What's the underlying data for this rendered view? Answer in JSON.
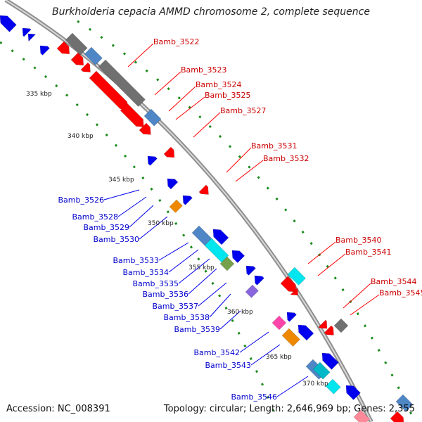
{
  "title": "Burkholderia cepacia AMMD chromosome 2, complete sequence",
  "accession_label": "Accession: NC_008391",
  "topology_label": "Topology: circular; Length: 2,646,969 bp; Genes: 2,355",
  "colors": {
    "backbone": "#8a8a8a",
    "forward_gene": "#ff0000",
    "reverse_gene": "#0000ee",
    "tick": "#1a8a1a",
    "other_feature": "#707070"
  },
  "ticks": [
    {
      "label": "335 kbp"
    },
    {
      "label": "340 kbp"
    },
    {
      "label": "345 kbp"
    },
    {
      "label": "350 kbp"
    },
    {
      "label": "355 kbp"
    },
    {
      "label": "360 kbp"
    },
    {
      "label": "365 kbp"
    },
    {
      "label": "370 kbp"
    }
  ],
  "forward_labels": [
    "Bamb_3522",
    "Bamb_3523",
    "Bamb_3524",
    "Bamb_3525",
    "Bamb_3527",
    "Bamb_3531",
    "Bamb_3532",
    "Bamb_3540",
    "Bamb_3541",
    "Bamb_3544",
    "Bamb_3545"
  ],
  "reverse_labels": [
    "Bamb_3526",
    "Bamb_3528",
    "Bamb_3529",
    "Bamb_3530",
    "Bamb_3533",
    "Bamb_3534",
    "Bamb_3535",
    "Bamb_3536",
    "Bamb_3537",
    "Bamb_3538",
    "Bamb_3539",
    "Bamb_3542",
    "Bamb_3543",
    "Bamb_3546"
  ]
}
